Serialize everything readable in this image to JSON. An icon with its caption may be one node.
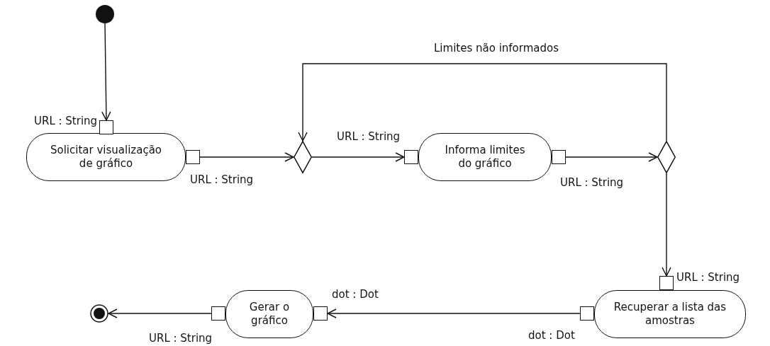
{
  "diagram": {
    "nodes": [
      {
        "text": [],
        "shape": "circle"
      },
      {
        "text": [
          "Solicitar visualização de gráfico"
        ]
      },
      {
        "text": [],
        "shape": "box",
        "beside": [
          "URL : String"
        ]
      },
      {
        "text": [],
        "shape": "box",
        "beside": [
          "URL : String"
        ]
      },
      {
        "text": [],
        "shape": "diamond"
      },
      {
        "text": [],
        "shape": "box",
        "beside": [
          "URL : String"
        ]
      },
      {
        "text": [
          "Informa limites do gráfico"
        ]
      },
      {
        "text": [],
        "shape": "box",
        "beside": [
          "URL : String"
        ]
      },
      {
        "text": [],
        "shape": "diamond"
      },
      {
        "text": [],
        "shape": "box",
        "beside": [
          "URL : String"
        ]
      },
      {
        "text": [
          "Recuperar a lista das amostras"
        ]
      },
      {
        "text": [],
        "shape": "box",
        "beside": [
          "dot : Dot"
        ]
      },
      {
        "text": [],
        "shape": "box",
        "beside": [
          "dot : Dot"
        ]
      },
      {
        "text": [
          "Gerar o gráfico"
        ]
      },
      {
        "text": [],
        "shape": "box",
        "beside": [
          "URL : String"
        ]
      },
      {
        "text": [],
        "shape": "circle"
      }
    ],
    "edges": [
      {
        "from": 0,
        "to": 2,
        "arrow": "to"
      },
      {
        "from": 3,
        "to": 4,
        "arrow": "to"
      },
      {
        "from": 4,
        "to": 5,
        "arrow": "to"
      },
      {
        "from": 7,
        "to": 8,
        "arrow": "to"
      },
      {
        "from": 8,
        "to": 4,
        "arrow": "to",
        "label": "Limites não informados"
      },
      {
        "from": 8,
        "to": 9,
        "arrow": "to"
      },
      {
        "from": 11,
        "to": 12,
        "arrow": "to"
      },
      {
        "from": 14,
        "to": 15,
        "arrow": "to"
      }
    ]
  }
}
